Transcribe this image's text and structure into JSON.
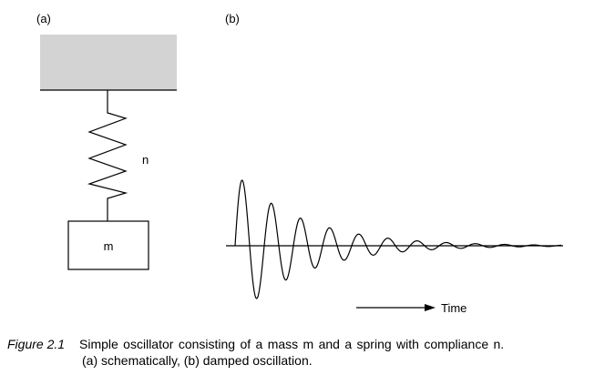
{
  "panel_a": {
    "label": "(a)",
    "spring_label": "n",
    "mass_label": "m"
  },
  "panel_b": {
    "label": "(b)",
    "axis_label": "Time"
  },
  "caption": {
    "figure_label": "Figure 2.1",
    "line1": "Simple oscillator consisting of a mass m and a spring with compliance n.",
    "line2": "(a) schematically, (b) damped oscillation."
  },
  "colors": {
    "ceiling_fill": "#d3d3d3",
    "line": "#000000",
    "background": "#ffffff"
  }
}
